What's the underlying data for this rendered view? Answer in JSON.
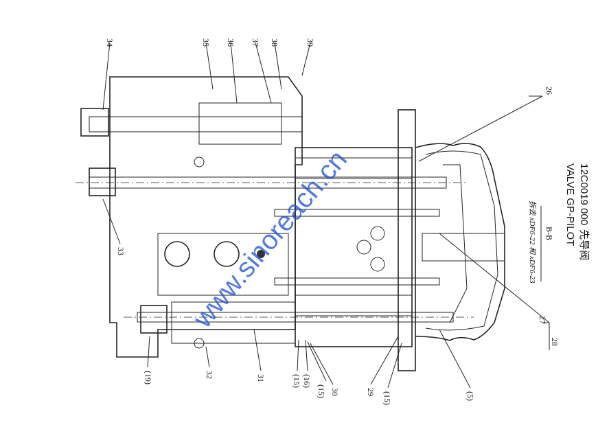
{
  "title": {
    "code": "12C0019 000",
    "name_cn": "先导阀",
    "name_en": "VALVE GP-PILOT"
  },
  "section": {
    "label": "B-B",
    "note": "拆去 xDF6-22 和 xDF6-23"
  },
  "watermark": "www.sinoreach.cn",
  "callouts": {
    "c34": "34",
    "c35": "35",
    "c36": "36",
    "c37": "37",
    "c38": "38",
    "c39": "39",
    "c26": "26",
    "c33": "33",
    "c27": "27",
    "c28": "28",
    "c19": "(19)",
    "c32": "32",
    "c31": "31",
    "c15a": "(15)",
    "c16": "(16)",
    "c15b": "(15)",
    "c30": "30",
    "c29": "29",
    "c15c": "(15)",
    "c5": "(5)"
  },
  "colors": {
    "line": "#222222",
    "watermark": "#1a4fd0",
    "hatch": "#555555"
  }
}
